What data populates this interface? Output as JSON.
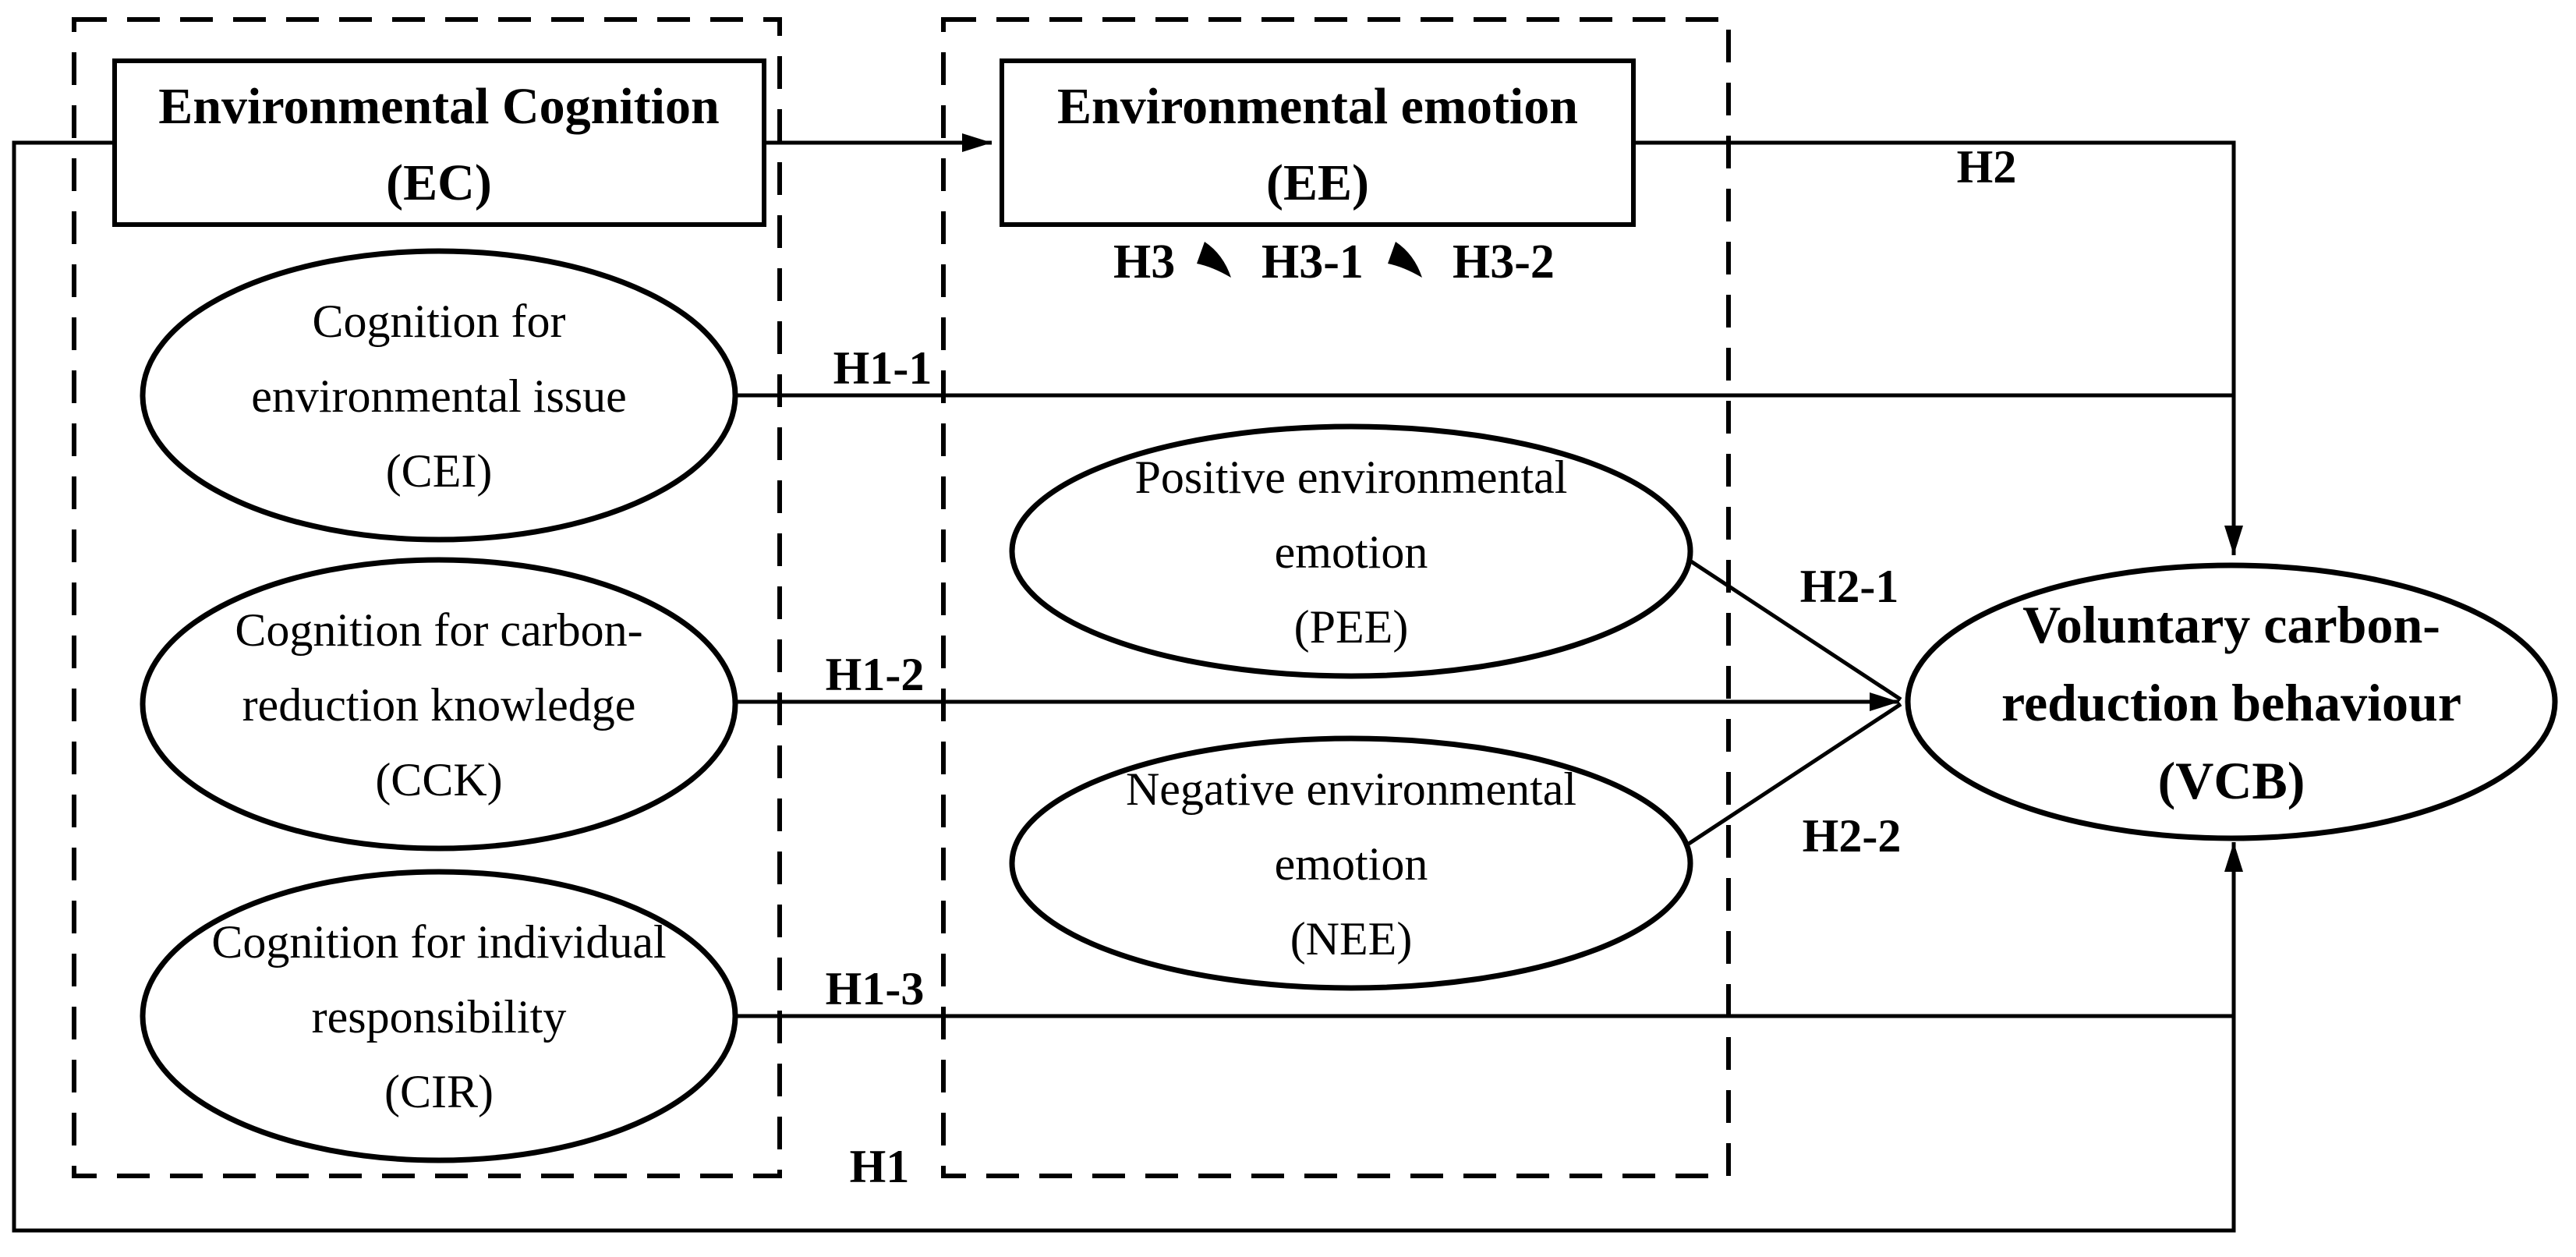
{
  "diagram": {
    "title_implicit": "Research model of environmental cognition, environmental emotion and voluntary carbon-reduction behaviour",
    "colors": {
      "background": "#ffffff",
      "stroke": "#000000",
      "text": "#000000"
    },
    "groups": {
      "ec": {
        "title_line1": "Environmental Cognition",
        "title_line2": "(EC)"
      },
      "ee": {
        "title_line1": "Environmental emotion",
        "title_line2": "(EE)"
      }
    },
    "nodes": {
      "cei": {
        "lines": [
          "Cognition for",
          "environmental issue",
          "(CEI)"
        ]
      },
      "cck": {
        "lines": [
          "Cognition for carbon-",
          "reduction knowledge",
          "(CCK)"
        ]
      },
      "cir": {
        "lines": [
          "Cognition for individual",
          "responsibility",
          "(CIR)"
        ]
      },
      "pee": {
        "lines": [
          "Positive environmental",
          "emotion",
          "(PEE)"
        ]
      },
      "nee": {
        "lines": [
          "Negative environmental",
          "emotion",
          "(NEE)"
        ]
      },
      "vcb": {
        "lines": [
          "Voluntary carbon-",
          "reduction behaviour",
          "(VCB)"
        ]
      }
    },
    "hypothesis_labels": {
      "h1": "H1",
      "h1_1": "H1-1",
      "h1_2": "H1-2",
      "h1_3": "H1-3",
      "h2": "H2",
      "h2_1": "H2-1",
      "h2_2": "H2-2",
      "h3_group": {
        "label": "H3、H3-1、H3-2",
        "parts": [
          "H3",
          "H3-1",
          "H3-2"
        ],
        "separator": "、"
      }
    }
  }
}
